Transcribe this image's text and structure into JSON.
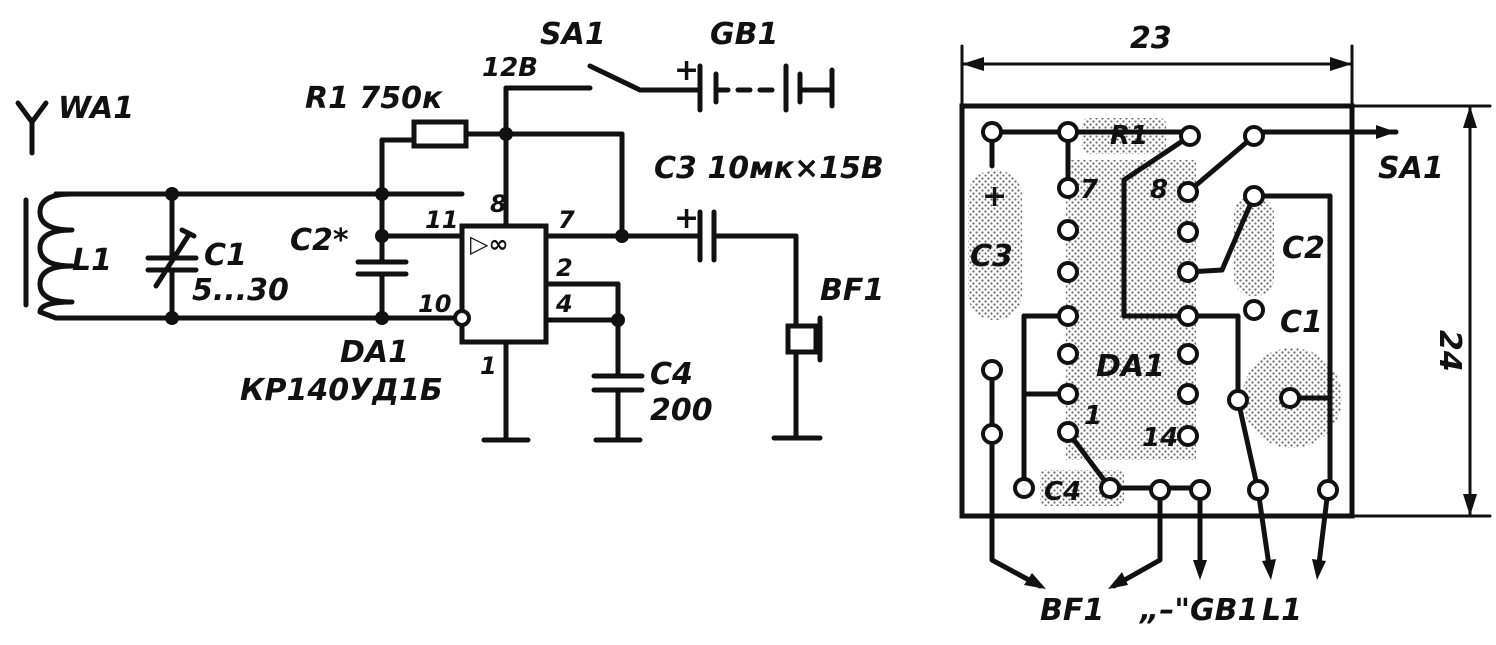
{
  "schematic": {
    "antenna": "WA1",
    "coil": "L1",
    "c1": {
      "name": "C1",
      "value": "5...30"
    },
    "c2": "C2*",
    "r1": "R1 750к",
    "opamp": {
      "symbol": "▷∞",
      "ref": "DA1",
      "part": "КР140УД1Б"
    },
    "pins": {
      "p8": "8",
      "p11": "11",
      "p10": "10",
      "p7": "7",
      "p2": "2",
      "p4": "4",
      "p1": "1"
    },
    "supply": "12В",
    "switch": "SA1",
    "battery": {
      "name": "GB1",
      "plus": "+"
    },
    "c3": {
      "label": "C3 10мк×15В",
      "plus": "+"
    },
    "c4": {
      "name": "C4",
      "value": "200"
    },
    "speaker": "BF1"
  },
  "board": {
    "width_dim": "23",
    "height_dim": "24",
    "labels": {
      "r1": "R1",
      "c3": "C3",
      "c3_plus": "+",
      "c2": "C2",
      "c1": "C1",
      "da1": "DA1",
      "c4": "C4",
      "pin7": "7",
      "pin8": "8",
      "pin1": "1",
      "pin14": "14"
    },
    "leads": {
      "sa1": "SA1",
      "bf1": "BF1",
      "gb1": "„–\"GB1",
      "l1": "L1"
    }
  }
}
